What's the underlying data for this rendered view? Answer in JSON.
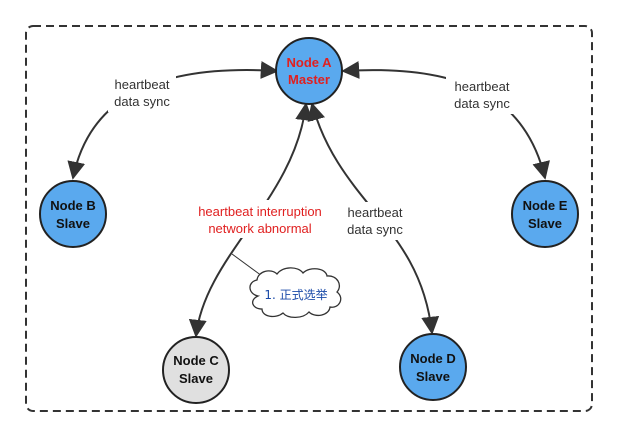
{
  "nodes": {
    "a": {
      "name": "Node A",
      "role": "Master",
      "fill": "#5aa9ee",
      "text_color": "#e02020"
    },
    "b": {
      "name": "Node B",
      "role": "Slave",
      "fill": "#5aa9ee",
      "text_color": "#111111"
    },
    "c": {
      "name": "Node C",
      "role": "Slave",
      "fill": "#e0e0e0",
      "text_color": "#111111"
    },
    "d": {
      "name": "Node D",
      "role": "Slave",
      "fill": "#5aa9ee",
      "text_color": "#111111"
    },
    "e": {
      "name": "Node E",
      "role": "Slave",
      "fill": "#5aa9ee",
      "text_color": "#111111"
    }
  },
  "edges": {
    "a_b": {
      "line1": "heartbeat",
      "line2": "data sync"
    },
    "a_e": {
      "line1": "heartbeat",
      "line2": "data sync"
    },
    "a_d": {
      "line1": "heartbeat",
      "line2": "data sync"
    },
    "a_c": {
      "line1": "heartbeat interruption",
      "line2": "network abnormal",
      "color": "#e02020"
    }
  },
  "callout": {
    "text": "1. 正式选举",
    "color": "#1a4aa8"
  },
  "colors": {
    "border": "#333333",
    "edge": "#333333",
    "node_stroke": "#222222"
  }
}
